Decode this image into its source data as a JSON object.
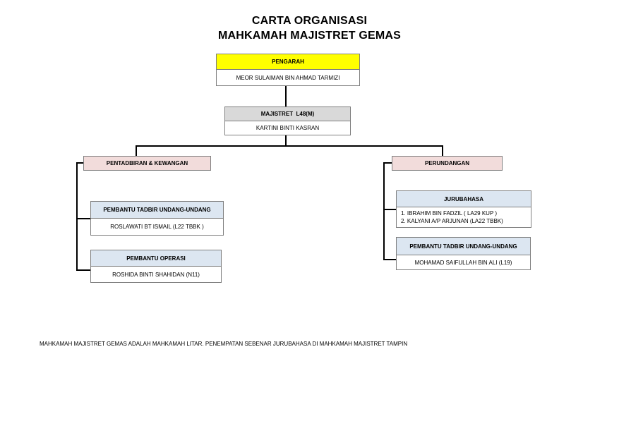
{
  "title": {
    "line1": "CARTA ORGANISASI",
    "line2": "MAHKAMAH MAJISTRET GEMAS"
  },
  "colors": {
    "head_fill": "#ffff00",
    "majistret_fill": "#d9d9d9",
    "division_fill": "#f2dcdb",
    "position_fill": "#dce6f1",
    "border": "#7f7f7f",
    "connector": "#000000"
  },
  "chart": {
    "head": {
      "title": "PENGARAH",
      "name": "MEOR SULAIMAN BIN AHMAD TARMIZI"
    },
    "majistret": {
      "title": "MAJISTRET  L48(M)",
      "name": "KARTINI BINTI KASRAN"
    },
    "left_division": {
      "title": "PENTADBIRAN & KEWANGAN",
      "units": [
        {
          "title": "PEMBANTU TADBIR UNDANG-UNDANG",
          "name": "ROSLAWATI BT ISMAIL (L22 TBBK )"
        },
        {
          "title": "PEMBANTU OPERASI",
          "name": "ROSHIDA BINTI SHAHIDAN (N11)"
        }
      ]
    },
    "right_division": {
      "title": "PERUNDANGAN",
      "units": [
        {
          "title": "JURUBAHASA",
          "names": [
            "1. IBRAHIM BIN FADZIL ( LA29 KUP )",
            "2. KALYANI A/P ARJUNAN (LA22 TBBK)"
          ]
        },
        {
          "title": "PEMBANTU TADBIR UNDANG-UNDANG",
          "name": "MOHAMAD SAIFULLAH BIN ALI (L19)"
        }
      ]
    }
  },
  "footnote": "MAHKAMAH MAJISTRET GEMAS ADALAH MAHKAMAH LITAR. PENEMPATAN SEBENAR JURUBAHASA DI MAHKAMAH MAJISTRET TAMPIN"
}
